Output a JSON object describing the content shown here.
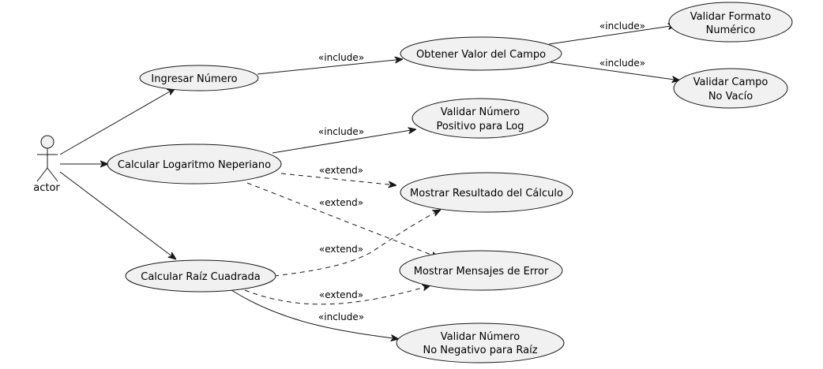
{
  "actor": {
    "label": "actor"
  },
  "use_cases": {
    "ingresar": [
      "Ingresar Número"
    ],
    "obtener": [
      "Obtener Valor del Campo"
    ],
    "formato": [
      "Validar Formato",
      "Numérico"
    ],
    "vacio": [
      "Validar Campo",
      "No Vacío"
    ],
    "logaritmo": [
      "Calcular Logaritmo Neperiano"
    ],
    "positivo": [
      "Validar Número",
      "Positivo para Log"
    ],
    "resultado": [
      "Mostrar Resultado del Cálculo"
    ],
    "raiz": [
      "Calcular Raíz Cuadrada"
    ],
    "error": [
      "Mostrar Mensajes de Error"
    ],
    "negativo": [
      "Validar Número",
      "No Negativo para Raíz"
    ]
  },
  "relations": {
    "ingresar_obtener": "«include»",
    "obtener_formato": "«include»",
    "obtener_vacio": "«include»",
    "log_positivo": "«include»",
    "log_resultado": "«extend»",
    "log_error": "«extend»",
    "raiz_resultado": "«extend»",
    "raiz_error": "«extend»",
    "raiz_negativo": "«include»"
  }
}
